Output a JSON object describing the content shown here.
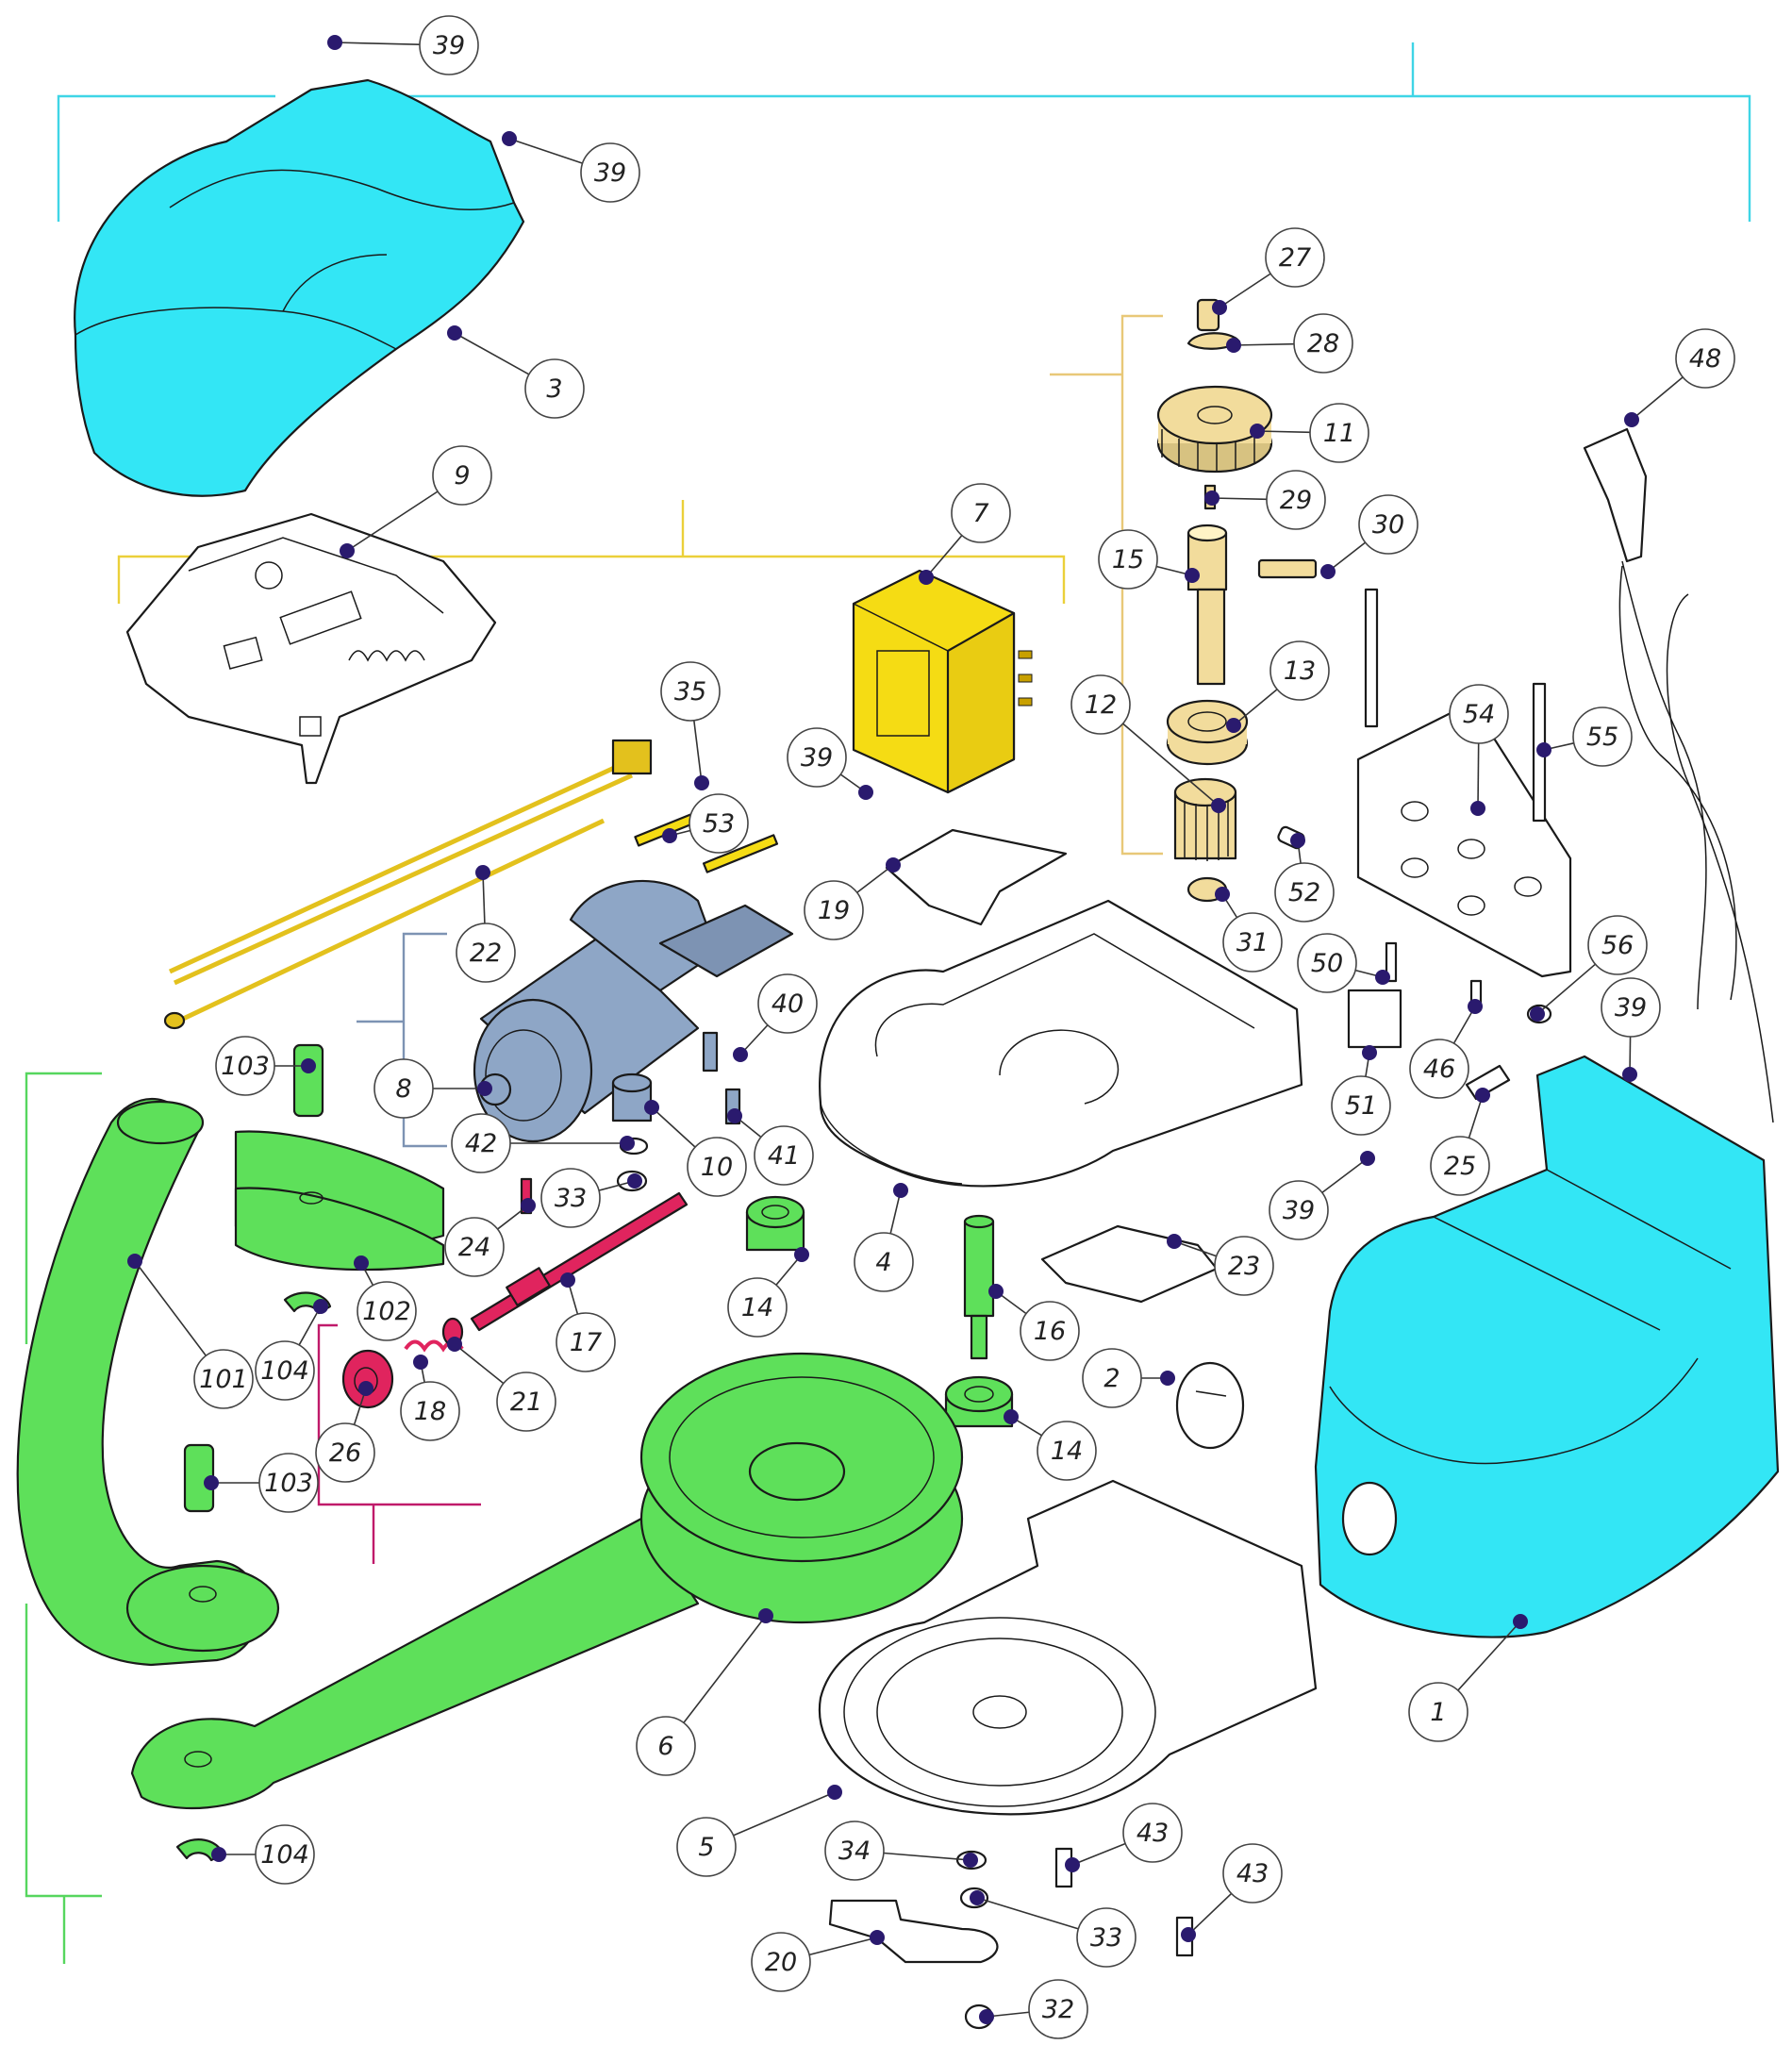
{
  "diagram": {
    "type": "exploded-parts-diagram",
    "colors": {
      "cover_cyan": "#33e6f5",
      "arm_green": "#5ee05a",
      "transformer_yellow": "#f5dc14",
      "motor_blue": "#8ea6c6",
      "gear_tan": "#f2dc9c",
      "shaft_magenta": "#e0245e",
      "dot_navy": "#2a1a6e",
      "bracket_cyan": "#3fd5e6",
      "bracket_yellow": "#ebd03a",
      "bracket_gold": "#e8c878",
      "bracket_slate": "#7d93b3",
      "bracket_green": "#56d65e",
      "bracket_magenta": "#c01a6a"
    },
    "callouts": [
      {
        "id": "c39a",
        "label": "39"
      },
      {
        "id": "c39b",
        "label": "39"
      },
      {
        "id": "c3",
        "label": "3"
      },
      {
        "id": "c27",
        "label": "27"
      },
      {
        "id": "c28",
        "label": "28"
      },
      {
        "id": "c48",
        "label": "48"
      },
      {
        "id": "c11",
        "label": "11"
      },
      {
        "id": "c9",
        "label": "9"
      },
      {
        "id": "c29",
        "label": "29"
      },
      {
        "id": "c7",
        "label": "7"
      },
      {
        "id": "c30",
        "label": "30"
      },
      {
        "id": "c15",
        "label": "15"
      },
      {
        "id": "c13",
        "label": "13"
      },
      {
        "id": "c12",
        "label": "12"
      },
      {
        "id": "c35",
        "label": "35"
      },
      {
        "id": "c54",
        "label": "54"
      },
      {
        "id": "c55",
        "label": "55"
      },
      {
        "id": "c39c",
        "label": "39"
      },
      {
        "id": "c53",
        "label": "53"
      },
      {
        "id": "c19",
        "label": "19"
      },
      {
        "id": "c52",
        "label": "52"
      },
      {
        "id": "c22",
        "label": "22"
      },
      {
        "id": "c31",
        "label": "31"
      },
      {
        "id": "c56",
        "label": "56"
      },
      {
        "id": "c50",
        "label": "50"
      },
      {
        "id": "c40",
        "label": "40"
      },
      {
        "id": "c39d",
        "label": "39"
      },
      {
        "id": "c103a",
        "label": "103"
      },
      {
        "id": "c46",
        "label": "46"
      },
      {
        "id": "c8",
        "label": "8"
      },
      {
        "id": "c51",
        "label": "51"
      },
      {
        "id": "c42",
        "label": "42"
      },
      {
        "id": "c41",
        "label": "41"
      },
      {
        "id": "c10",
        "label": "10"
      },
      {
        "id": "c25",
        "label": "25"
      },
      {
        "id": "c33a",
        "label": "33"
      },
      {
        "id": "c39e",
        "label": "39"
      },
      {
        "id": "c24",
        "label": "24"
      },
      {
        "id": "c4",
        "label": "4"
      },
      {
        "id": "c23",
        "label": "23"
      },
      {
        "id": "c102",
        "label": "102"
      },
      {
        "id": "c14a",
        "label": "14"
      },
      {
        "id": "c16",
        "label": "16"
      },
      {
        "id": "c17",
        "label": "17"
      },
      {
        "id": "c101",
        "label": "101"
      },
      {
        "id": "c104a",
        "label": "104"
      },
      {
        "id": "c2",
        "label": "2"
      },
      {
        "id": "c18",
        "label": "18"
      },
      {
        "id": "c21",
        "label": "21"
      },
      {
        "id": "c14b",
        "label": "14"
      },
      {
        "id": "c26",
        "label": "26"
      },
      {
        "id": "c103b",
        "label": "103"
      },
      {
        "id": "c1",
        "label": "1"
      },
      {
        "id": "c6",
        "label": "6"
      },
      {
        "id": "c5",
        "label": "5"
      },
      {
        "id": "c43a",
        "label": "43"
      },
      {
        "id": "c104b",
        "label": "104"
      },
      {
        "id": "c34",
        "label": "34"
      },
      {
        "id": "c43b",
        "label": "43"
      },
      {
        "id": "c33b",
        "label": "33"
      },
      {
        "id": "c20",
        "label": "20"
      },
      {
        "id": "c32",
        "label": "32"
      }
    ]
  }
}
